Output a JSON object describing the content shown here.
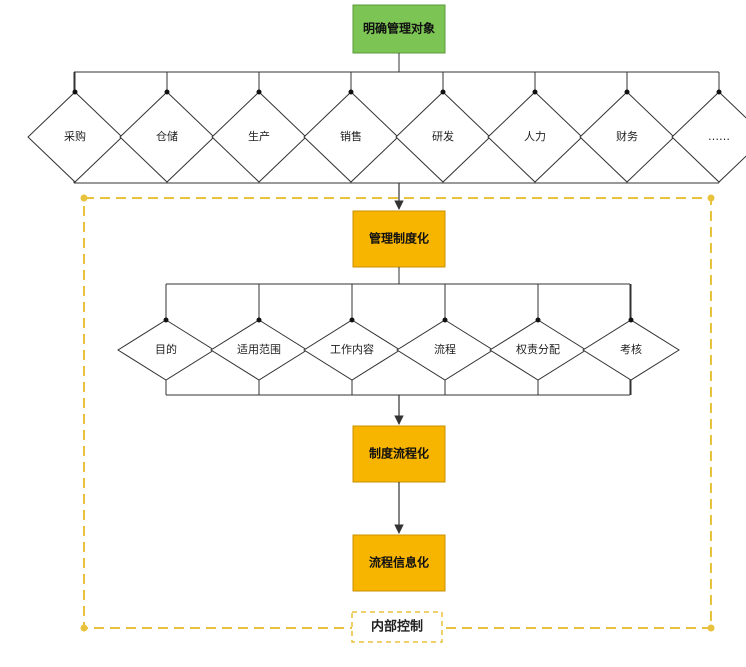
{
  "colors": {
    "green_box": "#7cc454",
    "orange_box": "#f7b500",
    "dashed_border": "#e8c23c",
    "line": "#333333"
  },
  "nodes": {
    "objects": "明确管理对象",
    "institutionalize": "管理制度化",
    "process": "制度流程化",
    "informatize": "流程信息化"
  },
  "object_diamonds": [
    "采购",
    "仓储",
    "生产",
    "销售",
    "研发",
    "人力",
    "财务",
    "……"
  ],
  "system_diamonds": [
    "目的",
    "适用范围",
    "工作内容",
    "流程",
    "权责分配",
    "考核"
  ],
  "frame_label": "内部控制"
}
